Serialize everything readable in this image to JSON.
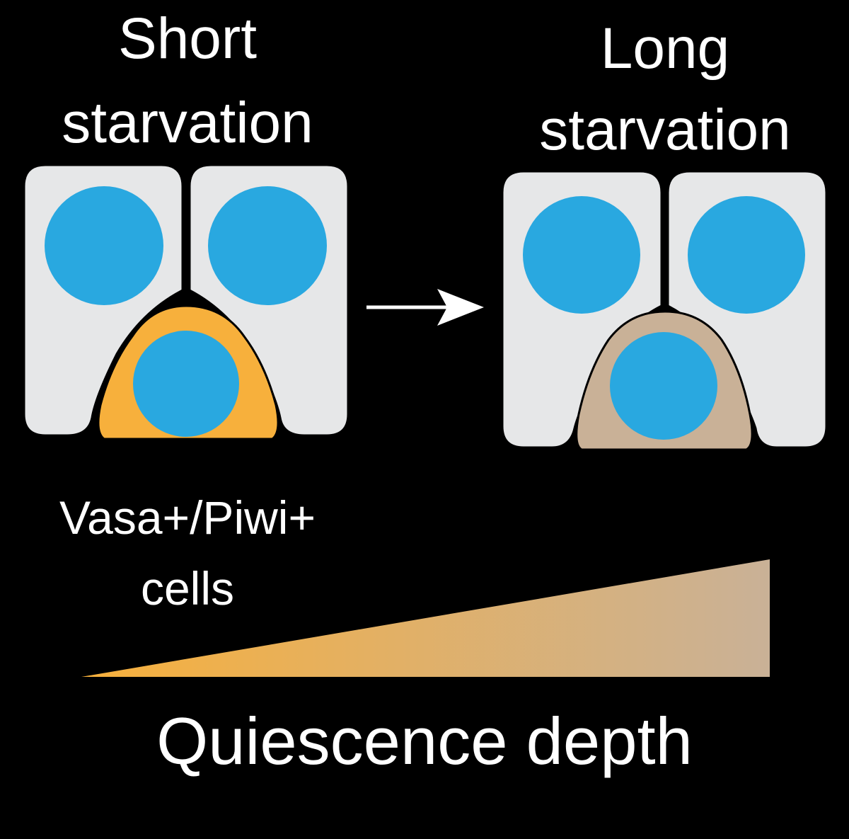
{
  "panels": {
    "short": {
      "title_line1": "Short",
      "title_line2": "starvation",
      "stem_cell_color": "#f7b03c"
    },
    "long": {
      "title_line1": "Long",
      "title_line2": "starvation",
      "stem_cell_color": "#c9b197"
    }
  },
  "cells_label": {
    "line1": "Vasa+/Piwi+",
    "line2": "cells"
  },
  "gradient_bar": {
    "label": "Quiescence depth",
    "color_start": "#f7b03c",
    "color_end": "#c9b197"
  },
  "colors": {
    "background": "#000000",
    "cell_body": "#e6e7e8",
    "nucleus": "#29a8e0",
    "outline": "#000000",
    "text": "#ffffff"
  },
  "icons": {
    "transition_arrow": "right-arrow-icon"
  }
}
